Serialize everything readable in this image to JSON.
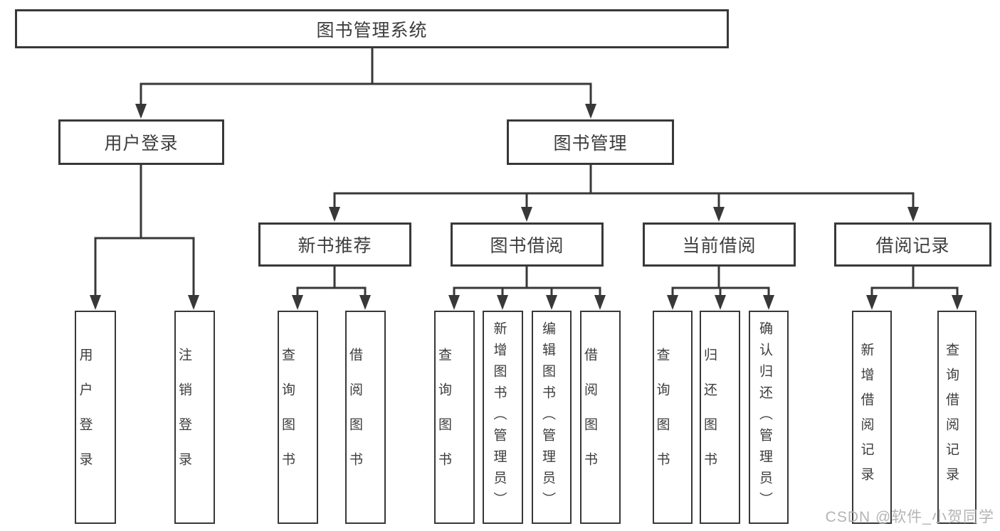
{
  "diagram_title": "图书管理系统",
  "hierarchy": {
    "图书管理系统": {
      "用户登录": [
        "用户登录",
        "注销登录"
      ],
      "图书管理": {
        "新书推荐": [
          "查询图书",
          "借阅图书"
        ],
        "图书借阅": [
          "查询图书",
          "新增图书（管理员）",
          "编辑图书（管理员）",
          "借阅图书"
        ],
        "当前借阅": [
          "查询图书",
          "归还图书",
          "确认归还（管理员）"
        ],
        "借阅记录": [
          "新增借阅记录",
          "查询借阅记录"
        ]
      }
    }
  },
  "nodes": {
    "root": {
      "label": "图书管理系统"
    },
    "user_login": {
      "label": "用户登录"
    },
    "book_mgmt": {
      "label": "图书管理"
    },
    "new_book_rec": {
      "label": "新书推荐"
    },
    "book_borrow": {
      "label": "图书借阅"
    },
    "current_borrow": {
      "label": "当前借阅"
    },
    "borrow_records": {
      "label": "借阅记录"
    },
    "leaf_user_login": {
      "label": "用户登录"
    },
    "leaf_logout": {
      "label": "注销登录"
    },
    "leaf_query_book_1": {
      "label": "查询图书"
    },
    "leaf_borrow_book_1": {
      "label": "借阅图书"
    },
    "leaf_query_book_2": {
      "label": "查询图书"
    },
    "leaf_add_book": {
      "label": "新增图书（管理员）"
    },
    "leaf_edit_book": {
      "label": "编辑图书（管理员）"
    },
    "leaf_borrow_book_2": {
      "label": "借阅图书"
    },
    "leaf_query_book_3": {
      "label": "查询图书"
    },
    "leaf_return_book": {
      "label": "归还图书"
    },
    "leaf_confirm_return": {
      "label": "确认归还（管理员）"
    },
    "leaf_add_record": {
      "label": "新增借阅记录"
    },
    "leaf_query_record": {
      "label": "查询借阅记录"
    }
  },
  "watermark": "CSDN @软件_小贺同学",
  "colors": {
    "line": "#383838",
    "text": "#3d3d3d",
    "box_fill": "#ffffff",
    "background": "#ffffff",
    "watermark": "#b4b4b4"
  }
}
